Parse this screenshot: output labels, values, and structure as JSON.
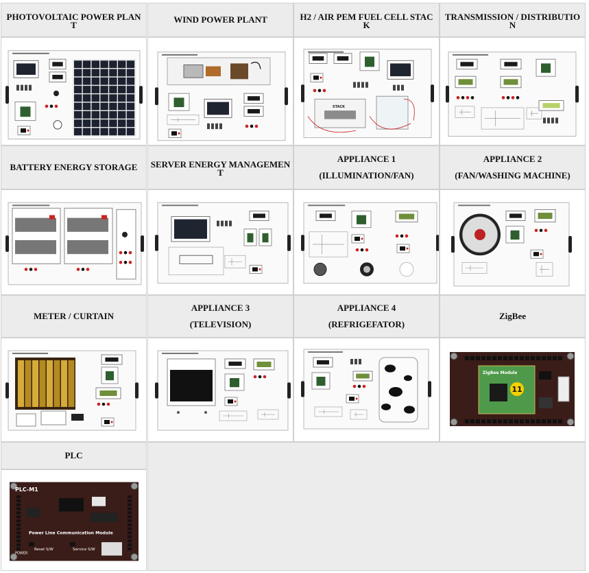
{
  "cells": [
    {
      "title": "PHOTOVOLTAIC POWER PLAN",
      "title2": "T",
      "kind": "pv"
    },
    {
      "title": "WIND POWER PLANT",
      "title2": "",
      "kind": "wind"
    },
    {
      "title": "H2 / AIR PEM FUEL CELL STAC",
      "title2": "K",
      "kind": "fuel"
    },
    {
      "title": "TRANSMISSION / DISTRIBUTIO",
      "title2": "N",
      "kind": "trans"
    },
    {
      "title": "BATTERY ENERGY STORAGE",
      "title2": "",
      "kind": "battery"
    },
    {
      "title": "SERVER ENERGY MANAGEMEN",
      "title2": "T",
      "kind": "server"
    },
    {
      "title": "APPLIANCE 1",
      "title2": "(ILLUMINATION/FAN)",
      "kind": "app1"
    },
    {
      "title": "APPLIANCE 2",
      "title2": "(FAN/WASHING MACHINE)",
      "kind": "app2"
    },
    {
      "title": "METER / CURTAIN",
      "title2": "",
      "kind": "meter"
    },
    {
      "title": "APPLIANCE 3",
      "title2": "(TELEVISION)",
      "kind": "app3"
    },
    {
      "title": "APPLIANCE 4",
      "title2": "(REFRIGEFATOR)",
      "kind": "app4"
    },
    {
      "title": "ZigBee",
      "title2": "",
      "kind": "zigbee"
    },
    {
      "title": "PLC",
      "title2": "",
      "kind": "plc"
    }
  ],
  "labels": {
    "stack": "STACK",
    "zigbee_board": "ZigBee Module",
    "zigbee_badge": "11",
    "plc_board": "PLC-M1",
    "plc_caption": "Power Line Communication Module",
    "plc_reset": "Reset S/W",
    "plc_service": "Service S/W",
    "plc_power": "POWER"
  },
  "colors": {
    "header_bg": "#ececec",
    "border": "#d0d0d0",
    "board_dark": "#3a1c18",
    "chip_green": "#4f9a4a"
  }
}
